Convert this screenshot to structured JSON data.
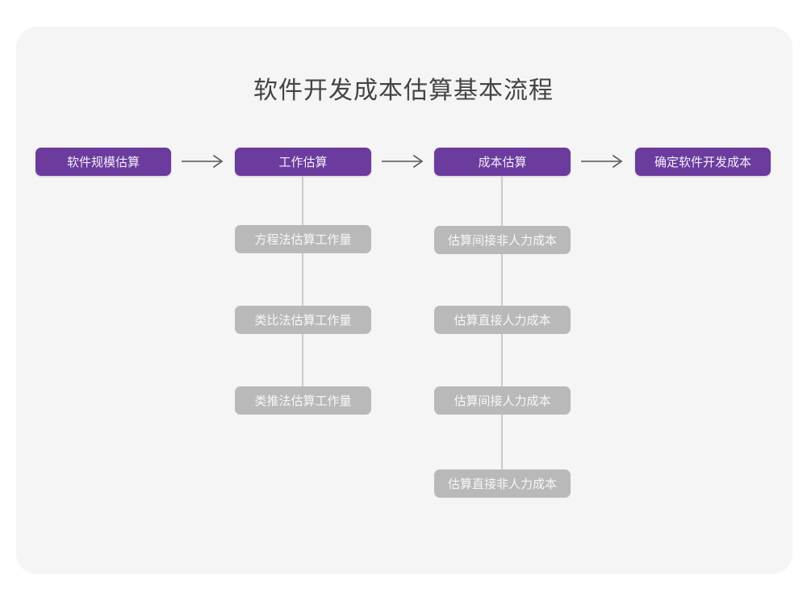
{
  "title": "软件开发成本估算基本流程",
  "colors": {
    "page_background": "#ffffff",
    "card_background": "#f5f5f5",
    "stage_box": "#6b3b9e",
    "stage_text": "#f3eef8",
    "sub_box": "#b9b9b9",
    "sub_text": "#f7f7f7",
    "connector": "#cbcbcb",
    "arrow": "#555555",
    "title_text": "#444444"
  },
  "stages": [
    {
      "label": "软件规模估算"
    },
    {
      "label": "工作估算"
    },
    {
      "label": "成本估算"
    },
    {
      "label": "确定软件开发成本"
    }
  ],
  "arrows": [
    {
      "icon": "right-arrow-icon"
    },
    {
      "icon": "right-arrow-icon"
    },
    {
      "icon": "right-arrow-icon"
    }
  ],
  "work_estimation_methods": [
    {
      "label": "方程法估算工作量"
    },
    {
      "label": "类比法估算工作量"
    },
    {
      "label": "类推法估算工作量"
    }
  ],
  "cost_estimation_items": [
    {
      "label": "估算间接非人力成本"
    },
    {
      "label": "估算直接人力成本"
    },
    {
      "label": "估算间接人力成本"
    },
    {
      "label": "估算直接非人力成本"
    }
  ]
}
